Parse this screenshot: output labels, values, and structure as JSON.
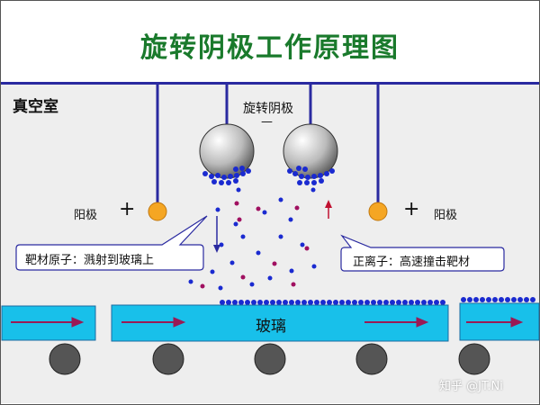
{
  "title": "旋转阴极工作原理图",
  "vacuum_chamber_label": "真空室",
  "rotating_cathode_label": "旋转阴极",
  "cathode_sign": "—",
  "anode_left_label": "阳极",
  "anode_right_label": "阳极",
  "anode_sign": "+",
  "callout_left": "靶材原子：溅射到玻璃上",
  "callout_right": "正离子：高速撞击靶材",
  "glass_label": "玻璃",
  "watermark": "知乎 @JT.Ni",
  "colors": {
    "title": "#1a7a2c",
    "chamber_bg": "#eeeeee",
    "wire": "#2a2aa0",
    "target_atom": "#1a2ad0",
    "ion": "#a01060",
    "anode": "#f5a623",
    "glass": "#18c0ea",
    "roller": "#555555",
    "arrow": "#9a1a55"
  }
}
